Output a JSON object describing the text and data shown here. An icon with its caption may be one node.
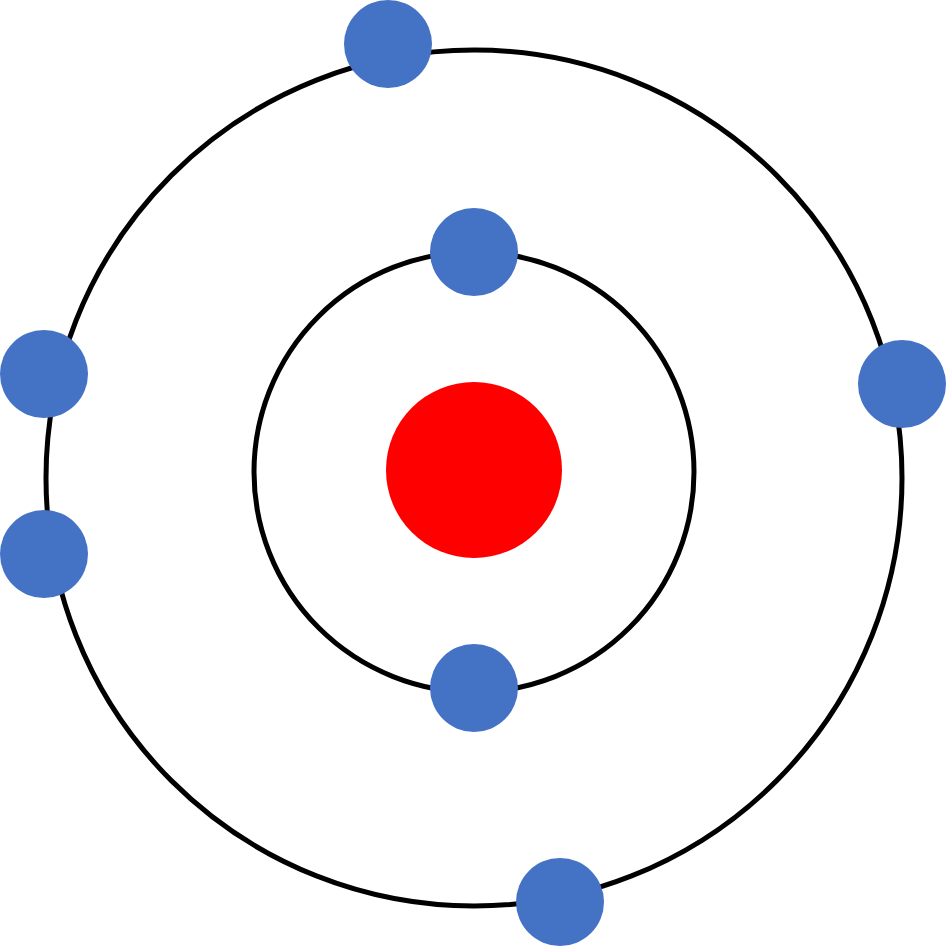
{
  "diagram": {
    "nodes": [
      {
        "text": [],
        "shape": "circle"
      },
      {
        "text": [],
        "shape": "circle",
        "in": 0
      },
      {
        "text": [],
        "shape": "circle",
        "in": 1
      },
      {
        "text": [],
        "shape": "circle"
      },
      {
        "text": [],
        "shape": "circle",
        "in": 0
      },
      {
        "text": [],
        "shape": "circle"
      },
      {
        "text": [],
        "shape": "circle"
      },
      {
        "text": [],
        "shape": "circle"
      },
      {
        "text": [],
        "shape": "circle",
        "in": 0
      },
      {
        "text": [],
        "shape": "circle"
      }
    ]
  }
}
